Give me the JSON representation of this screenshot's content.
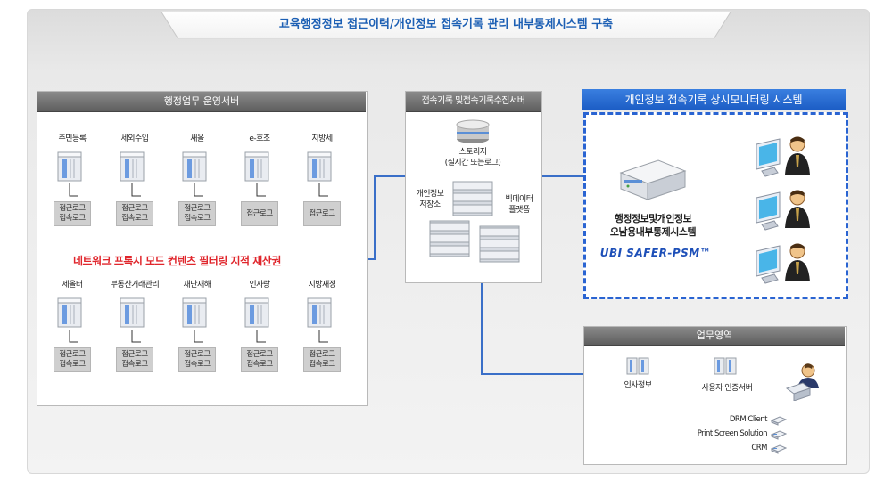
{
  "title": "교육행정정보 접근이력/개인정보 접속기록 관리 내부통제시스템 구축",
  "admin_panel": {
    "header": "행정업무 운영서버",
    "row1": [
      {
        "label": "주민등록",
        "logs": [
          "접근로그",
          "접속로그"
        ]
      },
      {
        "label": "세외수입",
        "logs": [
          "접근로그",
          "접속로그"
        ]
      },
      {
        "label": "새올",
        "logs": [
          "접근로그",
          "접속로그"
        ]
      },
      {
        "label": "e-호조",
        "logs": [
          "접근로그"
        ]
      },
      {
        "label": "지방세",
        "logs": [
          "접근로그"
        ]
      }
    ],
    "row2": [
      {
        "label": "세올터",
        "logs": [
          "접근로그",
          "접속로그"
        ]
      },
      {
        "label": "부동산거래관리",
        "logs": [
          "접근로그",
          "접속로그"
        ]
      },
      {
        "label": "재난재해",
        "logs": [
          "접근로그",
          "접속로그"
        ]
      },
      {
        "label": "인사랑",
        "logs": [
          "접근로그",
          "접속로그"
        ]
      },
      {
        "label": "지방재정",
        "logs": [
          "접근로그",
          "접속로그"
        ]
      }
    ]
  },
  "banner": "네트워크 프록시 모드 컨텐츠 필터링 지적 재산권",
  "collector": {
    "header": "접속기록 및접속기록수집서버",
    "storage_label": [
      "스토리지",
      "(실시간 또는로그)"
    ],
    "db_label": [
      "개인정보",
      "저장소"
    ],
    "bigdata_label": [
      "빅데이터",
      "플랫폼"
    ]
  },
  "monitor": {
    "header": "개인정보 접속기록 상시모니터링 시스템",
    "system_label": [
      "행정정보및개인정보",
      "오남용내부통제시스템"
    ],
    "brand": "UBI SAFER-PSM™"
  },
  "work_area": {
    "header": "업무영역",
    "hr_label": "인사정보",
    "auth_label": "사용자 인증서버",
    "clients": [
      "DRM Client",
      "Print Screen Solution",
      "CRM"
    ]
  },
  "colors": {
    "accent": "#2a64d2",
    "banner": "#e0262c",
    "title": "#1c5fb4"
  }
}
